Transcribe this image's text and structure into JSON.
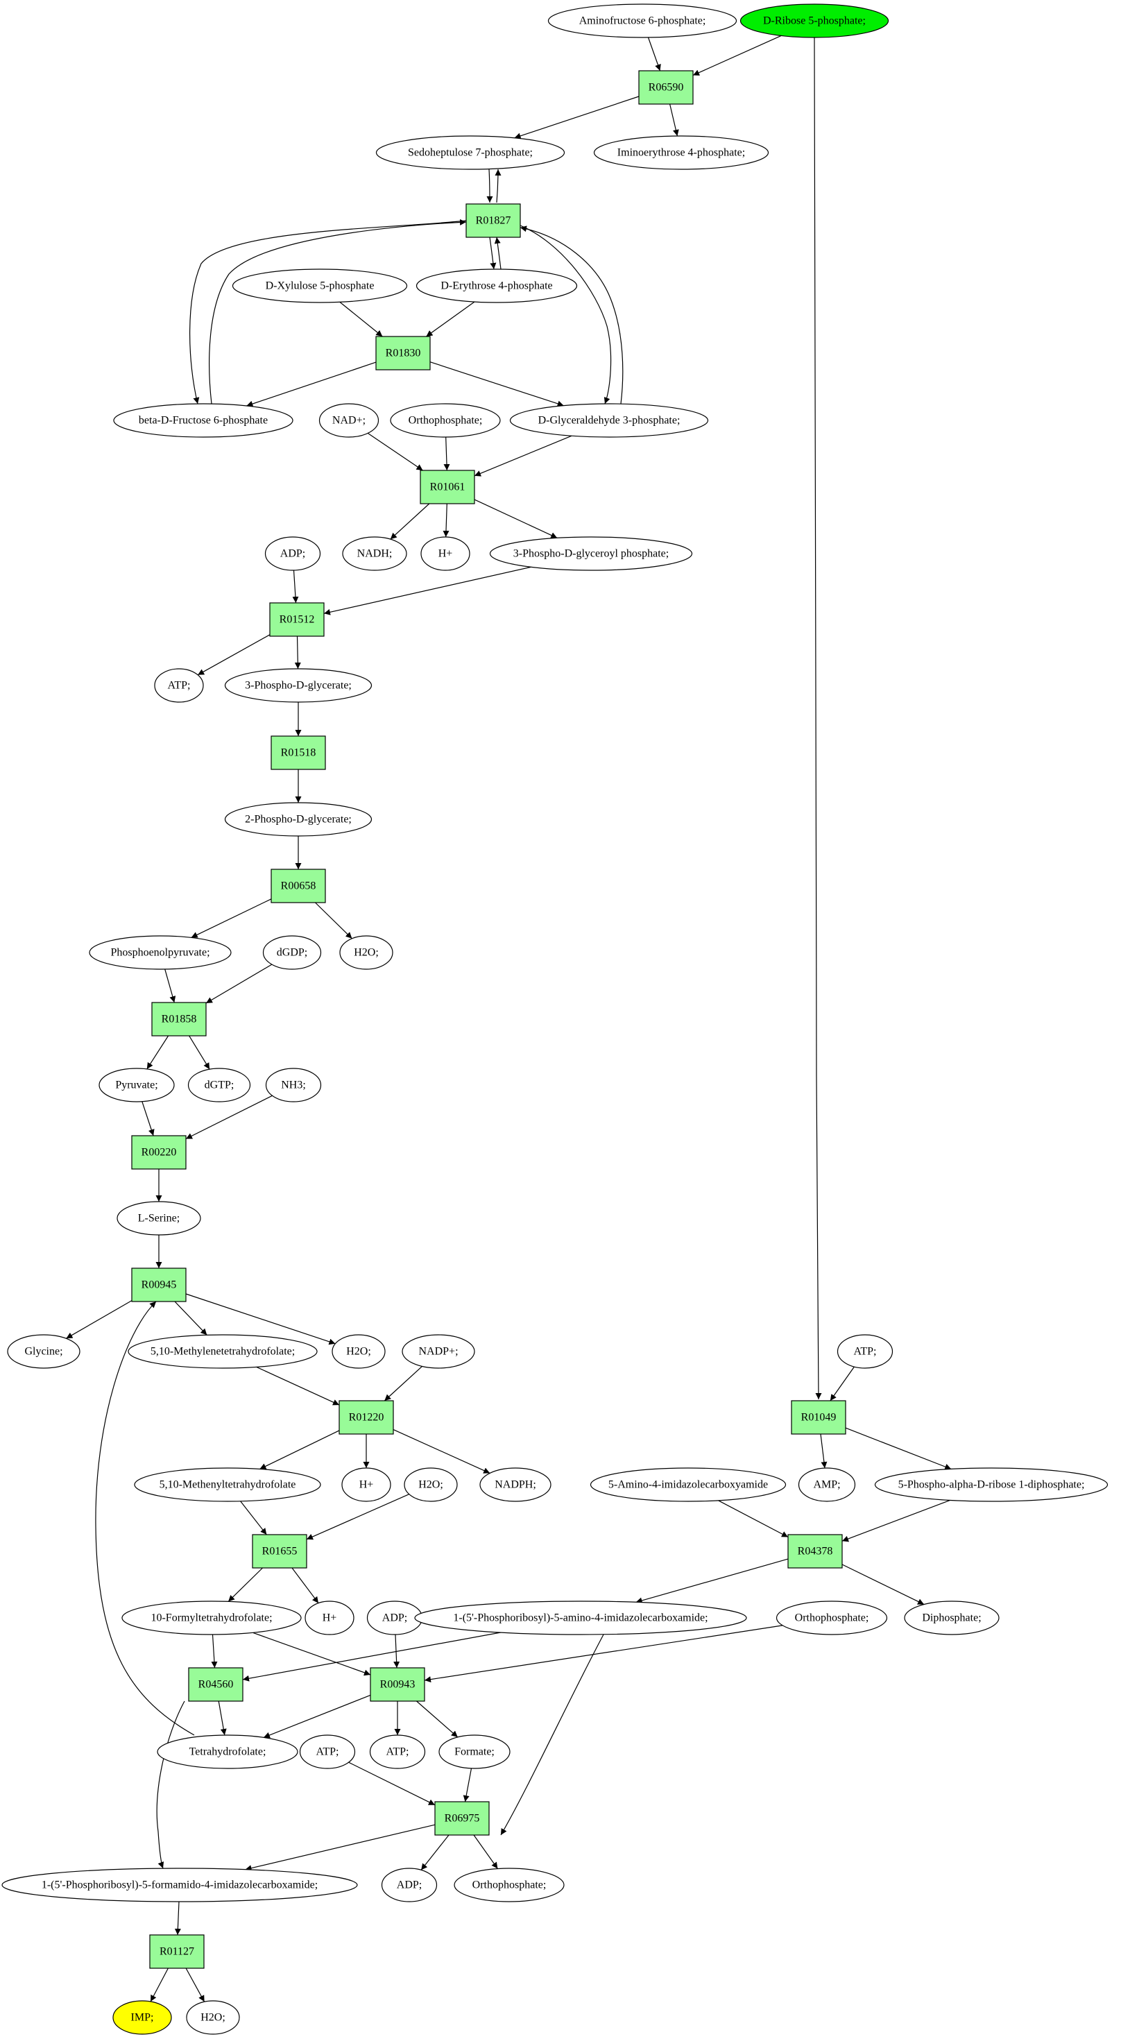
{
  "nodes": [
    {
      "id": "c_aminofructose",
      "kind": "compound",
      "label": "Aminofructose 6-phosphate;"
    },
    {
      "id": "c_ribose5p",
      "kind": "compound",
      "label": "D-Ribose 5-phosphate;",
      "fill": "#00ee00"
    },
    {
      "id": "r_R06590",
      "kind": "reaction",
      "label": "R06590"
    },
    {
      "id": "c_sedoheptulose",
      "kind": "compound",
      "label": "Sedoheptulose 7-phosphate;"
    },
    {
      "id": "c_iminoerythrose",
      "kind": "compound",
      "label": "Iminoerythrose 4-phosphate;"
    },
    {
      "id": "r_R01827",
      "kind": "reaction",
      "label": "R01827"
    },
    {
      "id": "c_xylulose",
      "kind": "compound",
      "label": "D-Xylulose 5-phosphate"
    },
    {
      "id": "c_erythrose",
      "kind": "compound",
      "label": "D-Erythrose 4-phosphate"
    },
    {
      "id": "r_R01830",
      "kind": "reaction",
      "label": "R01830"
    },
    {
      "id": "c_fructose6p",
      "kind": "compound",
      "label": "beta-D-Fructose 6-phosphate"
    },
    {
      "id": "c_nadplus",
      "kind": "compound",
      "label": "NAD+;"
    },
    {
      "id": "c_ortho1",
      "kind": "compound",
      "label": "Orthophosphate;"
    },
    {
      "id": "c_g3p",
      "kind": "compound",
      "label": "D-Glyceraldehyde 3-phosphate;"
    },
    {
      "id": "r_R01061",
      "kind": "reaction",
      "label": "R01061"
    },
    {
      "id": "c_adp1",
      "kind": "compound",
      "label": "ADP;"
    },
    {
      "id": "c_nadh",
      "kind": "compound",
      "label": "NADH;"
    },
    {
      "id": "c_hplus1",
      "kind": "compound",
      "label": "H+"
    },
    {
      "id": "c_3pglyceroylp",
      "kind": "compound",
      "label": "3-Phospho-D-glyceroyl phosphate;"
    },
    {
      "id": "r_R01512",
      "kind": "reaction",
      "label": "R01512"
    },
    {
      "id": "c_atp1",
      "kind": "compound",
      "label": "ATP;"
    },
    {
      "id": "c_3pg",
      "kind": "compound",
      "label": "3-Phospho-D-glycerate;"
    },
    {
      "id": "r_R01518",
      "kind": "reaction",
      "label": "R01518"
    },
    {
      "id": "c_2pg",
      "kind": "compound",
      "label": "2-Phospho-D-glycerate;"
    },
    {
      "id": "r_R00658",
      "kind": "reaction",
      "label": "R00658"
    },
    {
      "id": "c_pep",
      "kind": "compound",
      "label": "Phosphoenolpyruvate;"
    },
    {
      "id": "c_dgdp",
      "kind": "compound",
      "label": "dGDP;"
    },
    {
      "id": "c_h2o1",
      "kind": "compound",
      "label": "H2O;"
    },
    {
      "id": "r_R01858",
      "kind": "reaction",
      "label": "R01858"
    },
    {
      "id": "c_pyruvate",
      "kind": "compound",
      "label": "Pyruvate;"
    },
    {
      "id": "c_dgtp",
      "kind": "compound",
      "label": "dGTP;"
    },
    {
      "id": "c_nh3",
      "kind": "compound",
      "label": "NH3;"
    },
    {
      "id": "r_R00220",
      "kind": "reaction",
      "label": "R00220"
    },
    {
      "id": "c_serine",
      "kind": "compound",
      "label": "L-Serine;"
    },
    {
      "id": "r_R00945",
      "kind": "reaction",
      "label": "R00945"
    },
    {
      "id": "c_glycine",
      "kind": "compound",
      "label": "Glycine;"
    },
    {
      "id": "c_methylene_thf",
      "kind": "compound",
      "label": "5,10-Methylenetetrahydrofolate;"
    },
    {
      "id": "c_h2o2",
      "kind": "compound",
      "label": "H2O;"
    },
    {
      "id": "c_nadpplus",
      "kind": "compound",
      "label": "NADP+;"
    },
    {
      "id": "c_atp2",
      "kind": "compound",
      "label": "ATP;"
    },
    {
      "id": "r_R01049",
      "kind": "reaction",
      "label": "R01049"
    },
    {
      "id": "r_R01220",
      "kind": "reaction",
      "label": "R01220"
    },
    {
      "id": "c_methenyl_thf",
      "kind": "compound",
      "label": "5,10-Methenyltetrahydrofolate"
    },
    {
      "id": "c_hplus2",
      "kind": "compound",
      "label": "H+"
    },
    {
      "id": "c_h2o3",
      "kind": "compound",
      "label": "H2O;"
    },
    {
      "id": "c_nadph",
      "kind": "compound",
      "label": "NADPH;"
    },
    {
      "id": "c_aica",
      "kind": "compound",
      "label": "5-Amino-4-imidazolecarboxyamide"
    },
    {
      "id": "c_amp",
      "kind": "compound",
      "label": "AMP;"
    },
    {
      "id": "c_prpp",
      "kind": "compound",
      "label": "5-Phospho-alpha-D-ribose 1-diphosphate;"
    },
    {
      "id": "r_R01655",
      "kind": "reaction",
      "label": "R01655"
    },
    {
      "id": "r_R04378",
      "kind": "reaction",
      "label": "R04378"
    },
    {
      "id": "c_formyl_thf",
      "kind": "compound",
      "label": "10-Formyltetrahydrofolate;"
    },
    {
      "id": "c_hplus3",
      "kind": "compound",
      "label": "H+"
    },
    {
      "id": "c_adp2",
      "kind": "compound",
      "label": "ADP;"
    },
    {
      "id": "c_aicar",
      "kind": "compound",
      "label": "1-(5'-Phosphoribosyl)-5-amino-4-imidazolecarboxamide;"
    },
    {
      "id": "c_ortho2",
      "kind": "compound",
      "label": "Orthophosphate;"
    },
    {
      "id": "c_diphosphate",
      "kind": "compound",
      "label": "Diphosphate;"
    },
    {
      "id": "r_R04560",
      "kind": "reaction",
      "label": "R04560"
    },
    {
      "id": "r_R00943",
      "kind": "reaction",
      "label": "R00943"
    },
    {
      "id": "c_thf",
      "kind": "compound",
      "label": "Tetrahydrofolate;"
    },
    {
      "id": "c_atp3",
      "kind": "compound",
      "label": "ATP;"
    },
    {
      "id": "c_atp4",
      "kind": "compound",
      "label": "ATP;"
    },
    {
      "id": "c_formate",
      "kind": "compound",
      "label": "Formate;"
    },
    {
      "id": "r_R06975",
      "kind": "reaction",
      "label": "R06975"
    },
    {
      "id": "c_faicar",
      "kind": "compound",
      "label": "1-(5'-Phosphoribosyl)-5-formamido-4-imidazolecarboxamide;"
    },
    {
      "id": "c_adp3",
      "kind": "compound",
      "label": "ADP;"
    },
    {
      "id": "c_ortho3",
      "kind": "compound",
      "label": "Orthophosphate;"
    },
    {
      "id": "r_R01127",
      "kind": "reaction",
      "label": "R01127"
    },
    {
      "id": "c_imp",
      "kind": "compound",
      "label": "IMP;",
      "fill": "#ffff00"
    },
    {
      "id": "c_h2o4",
      "kind": "compound",
      "label": "H2O;"
    }
  ],
  "edges": [
    {
      "from": "c_aminofructose",
      "to": "r_R06590"
    },
    {
      "from": "c_ribose5p",
      "to": "r_R06590"
    },
    {
      "from": "c_ribose5p",
      "to": "r_R01049"
    },
    {
      "from": "r_R06590",
      "to": "c_sedoheptulose"
    },
    {
      "from": "r_R06590",
      "to": "c_iminoerythrose"
    },
    {
      "from": "c_sedoheptulose",
      "to": "r_R01827"
    },
    {
      "from": "r_R01827",
      "to": "c_sedoheptulose"
    },
    {
      "from": "r_R01827",
      "to": "c_erythrose"
    },
    {
      "from": "c_erythrose",
      "to": "r_R01827"
    },
    {
      "from": "r_R01827",
      "to": "c_fructose6p"
    },
    {
      "from": "c_fructose6p",
      "to": "r_R01827"
    },
    {
      "from": "r_R01827",
      "to": "c_g3p"
    },
    {
      "from": "c_g3p",
      "to": "r_R01827"
    },
    {
      "from": "c_xylulose",
      "to": "r_R01830"
    },
    {
      "from": "c_erythrose",
      "to": "r_R01830"
    },
    {
      "from": "r_R01830",
      "to": "c_fructose6p"
    },
    {
      "from": "r_R01830",
      "to": "c_g3p"
    },
    {
      "from": "c_nadplus",
      "to": "r_R01061"
    },
    {
      "from": "c_ortho1",
      "to": "r_R01061"
    },
    {
      "from": "c_g3p",
      "to": "r_R01061"
    },
    {
      "from": "r_R01061",
      "to": "c_nadh"
    },
    {
      "from": "r_R01061",
      "to": "c_hplus1"
    },
    {
      "from": "r_R01061",
      "to": "c_3pglyceroylp"
    },
    {
      "from": "c_adp1",
      "to": "r_R01512"
    },
    {
      "from": "c_3pglyceroylp",
      "to": "r_R01512"
    },
    {
      "from": "r_R01512",
      "to": "c_atp1"
    },
    {
      "from": "r_R01512",
      "to": "c_3pg"
    },
    {
      "from": "c_3pg",
      "to": "r_R01518"
    },
    {
      "from": "r_R01518",
      "to": "c_2pg"
    },
    {
      "from": "c_2pg",
      "to": "r_R00658"
    },
    {
      "from": "r_R00658",
      "to": "c_pep"
    },
    {
      "from": "r_R00658",
      "to": "c_h2o1"
    },
    {
      "from": "c_pep",
      "to": "r_R01858"
    },
    {
      "from": "c_dgdp",
      "to": "r_R01858"
    },
    {
      "from": "r_R01858",
      "to": "c_pyruvate"
    },
    {
      "from": "r_R01858",
      "to": "c_dgtp"
    },
    {
      "from": "c_pyruvate",
      "to": "r_R00220"
    },
    {
      "from": "c_nh3",
      "to": "r_R00220"
    },
    {
      "from": "r_R00220",
      "to": "c_serine"
    },
    {
      "from": "c_serine",
      "to": "r_R00945"
    },
    {
      "from": "c_thf",
      "to": "r_R00945"
    },
    {
      "from": "r_R00945",
      "to": "c_glycine"
    },
    {
      "from": "r_R00945",
      "to": "c_methylene_thf"
    },
    {
      "from": "r_R00945",
      "to": "c_h2o2"
    },
    {
      "from": "c_methylene_thf",
      "to": "r_R01220"
    },
    {
      "from": "c_nadpplus",
      "to": "r_R01220"
    },
    {
      "from": "r_R01220",
      "to": "c_methenyl_thf"
    },
    {
      "from": "r_R01220",
      "to": "c_hplus2"
    },
    {
      "from": "r_R01220",
      "to": "c_nadph"
    },
    {
      "from": "c_atp2",
      "to": "r_R01049"
    },
    {
      "from": "r_R01049",
      "to": "c_amp"
    },
    {
      "from": "r_R01049",
      "to": "c_prpp"
    },
    {
      "from": "c_methenyl_thf",
      "to": "r_R01655"
    },
    {
      "from": "c_h2o3",
      "to": "r_R01655"
    },
    {
      "from": "r_R01655",
      "to": "c_formyl_thf"
    },
    {
      "from": "r_R01655",
      "to": "c_hplus3"
    },
    {
      "from": "c_aica",
      "to": "r_R04378"
    },
    {
      "from": "c_prpp",
      "to": "r_R04378"
    },
    {
      "from": "r_R04378",
      "to": "c_aicar"
    },
    {
      "from": "r_R04378",
      "to": "c_diphosphate"
    },
    {
      "from": "c_formyl_thf",
      "to": "r_R04560"
    },
    {
      "from": "c_aicar",
      "to": "r_R04560"
    },
    {
      "from": "r_R04560",
      "to": "c_thf"
    },
    {
      "from": "r_R04560",
      "to": "c_faicar"
    },
    {
      "from": "c_formyl_thf",
      "to": "r_R00943"
    },
    {
      "from": "c_adp2",
      "to": "r_R00943"
    },
    {
      "from": "c_ortho2",
      "to": "r_R00943"
    },
    {
      "from": "r_R00943",
      "to": "c_thf"
    },
    {
      "from": "r_R00943",
      "to": "c_atp4"
    },
    {
      "from": "r_R00943",
      "to": "c_formate"
    },
    {
      "from": "c_atp3",
      "to": "r_R06975"
    },
    {
      "from": "c_formate",
      "to": "r_R06975"
    },
    {
      "from": "c_aicar",
      "to": "r_R06975"
    },
    {
      "from": "r_R06975",
      "to": "c_faicar"
    },
    {
      "from": "r_R06975",
      "to": "c_adp3"
    },
    {
      "from": "r_R06975",
      "to": "c_ortho3"
    },
    {
      "from": "c_faicar",
      "to": "r_R01127"
    },
    {
      "from": "r_R01127",
      "to": "c_imp"
    },
    {
      "from": "r_R01127",
      "to": "c_h2o4"
    }
  ],
  "colors": {
    "reaction_fill": "#98fb98",
    "compound_fill": "#ffffff",
    "start_fill": "#00ee00",
    "end_fill": "#ffff00",
    "stroke": "#000000"
  }
}
